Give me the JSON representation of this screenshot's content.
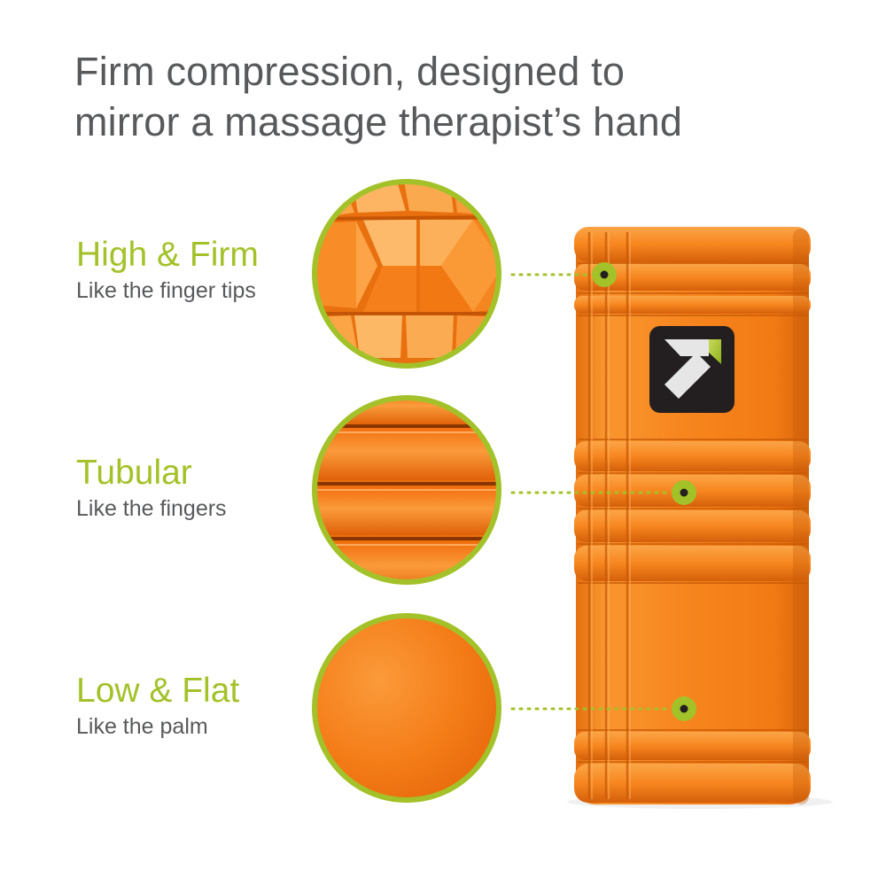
{
  "headline": {
    "line1": "Firm compression, designed to",
    "line2": "mirror a massage therapist’s hand"
  },
  "features": [
    {
      "title": "High & Firm",
      "subtitle": "Like the finger tips"
    },
    {
      "title": "Tubular",
      "subtitle": "Like the fingers"
    },
    {
      "title": "Low & Flat",
      "subtitle": "Like the palm"
    }
  ],
  "colors": {
    "accent": "#a3c229",
    "roller_orange": "#f7861f",
    "text_gray": "#58595b",
    "logo_dark": "#231f20"
  },
  "icons": {
    "brand_logo": "trigger-point-logo-icon"
  }
}
